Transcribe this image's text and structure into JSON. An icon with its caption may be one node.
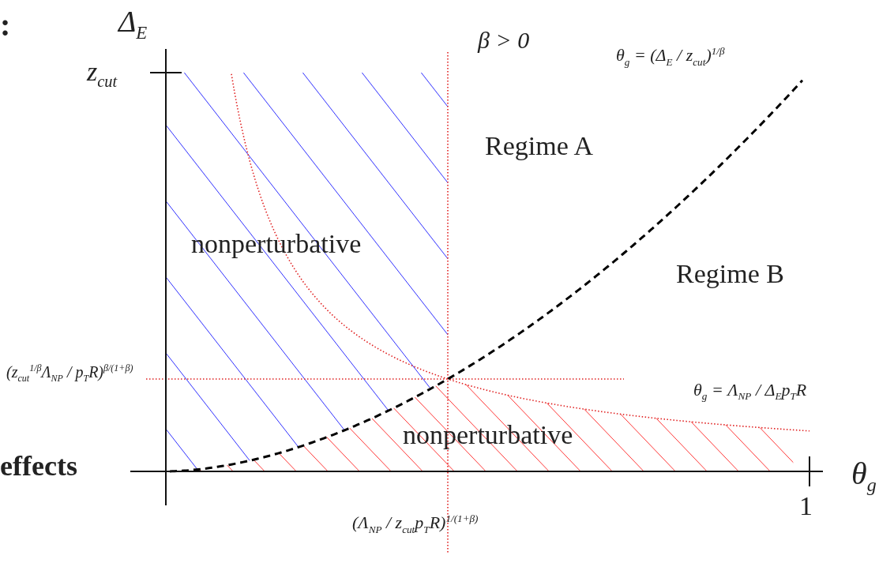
{
  "diagram": {
    "labels": [
      ":",
      "Δ$_{E}$",
      "β > 0",
      "z$_{cut}$",
      "θ$_{g}$ = (Δ$_{E}$ / z$_{cut}$)$^{1/β}$",
      "Regime A",
      "nonperturbative",
      "Regime B",
      "(z$_{cut}$$^{1/β}$Λ$_{NP}$ / p$_{T}$R)$^{β/(1+β)}$",
      "θ$_{g}$ = Λ$_{NP}$ / Δ$_{E}$p$_{T}$R",
      "nonperturbative",
      "effects",
      "θ$_{g}$",
      "1",
      "(Λ$_{NP}$ / z$_{cut}$p$_{T}$R)$^{1/(1+β)}$"
    ]
  }
}
